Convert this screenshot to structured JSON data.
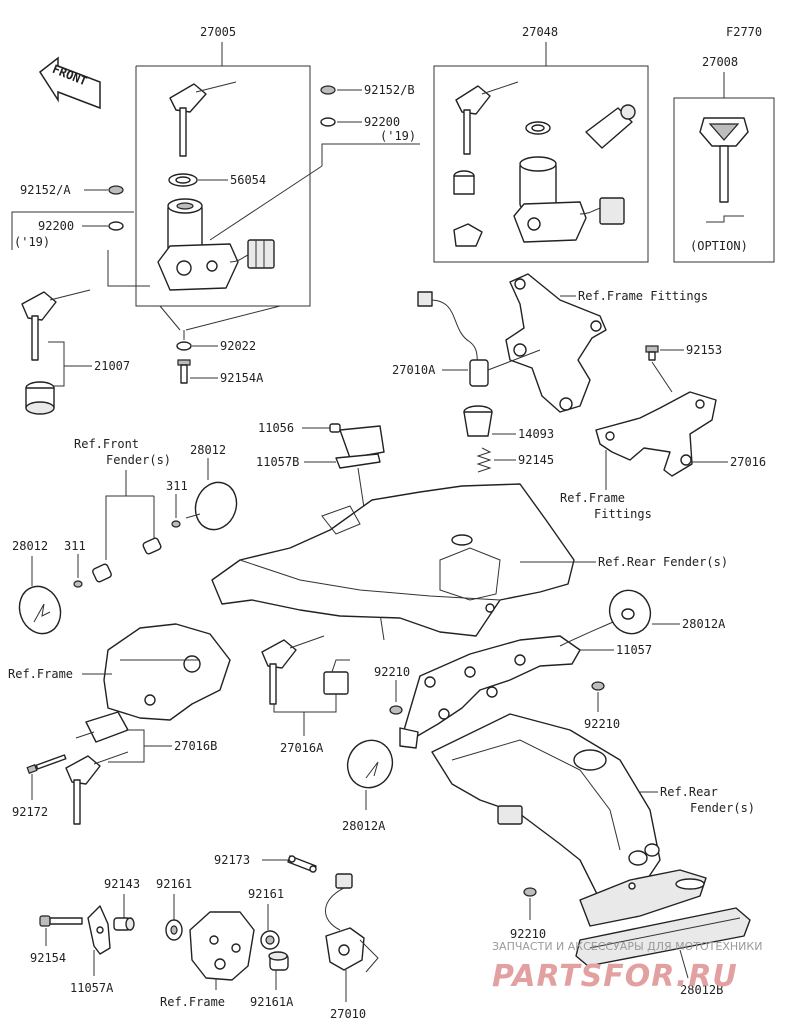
{
  "diagram_code": "F2770",
  "front_label": "FRONT",
  "watermark": {
    "top": "ЗАПЧАСТИ И АКСЕССУАРЫ ДЛЯ МОТОТЕХНИКИ",
    "brand": "PARTSFOR.RU"
  },
  "labels": {
    "p27005": "27005",
    "p27048": "27048",
    "p27008": "27008",
    "p92152b": "92152/B",
    "p92200_r": "92200",
    "p19_r": "('19)",
    "p56054": "56054",
    "p92152a": "92152/A",
    "p92200_l": "92200",
    "p19_l": "('19)",
    "p92022": "92022",
    "p92154a": "92154A",
    "p21007": "21007",
    "option": "(OPTION)",
    "ref_frame_fittings_top": "Ref.Frame Fittings",
    "p92153": "92153",
    "p27010a": "27010A",
    "p14093": "14093",
    "p92145": "92145",
    "p27016": "27016",
    "ref_frame_fittings_b1": "Ref.Frame",
    "ref_frame_fittings_b2": "Fittings",
    "p11056": "11056",
    "p11057b": "11057B",
    "ref_front_fender_1": "Ref.Front",
    "ref_front_fender_2": "Fender(s)",
    "p28012_top": "28012",
    "p311_right": "311",
    "p28012_left": "28012",
    "p311_left": "311",
    "ref_rear_fender_top": "Ref.Rear Fender(s)",
    "p28012a_right": "28012A",
    "p11057": "11057",
    "ref_frame_left": "Ref.Frame",
    "p92210_top": "92210",
    "p92210_right": "92210",
    "p27016b": "27016B",
    "p27016a": "27016A",
    "p28012a_bottom": "28012A",
    "ref_rear_fender_2_1": "Ref.Rear",
    "ref_rear_fender_2_2": "Fender(s)",
    "p92172": "92172",
    "p92173": "92173",
    "p92143": "92143",
    "p92161_left": "92161",
    "p92161_right": "92161",
    "p92154": "92154",
    "p11057a": "11057A",
    "ref_frame_bottom": "Ref.Frame",
    "p92161a": "92161A",
    "p27010": "27010",
    "p92210_bottom": "92210",
    "p28012b": "28012B"
  }
}
